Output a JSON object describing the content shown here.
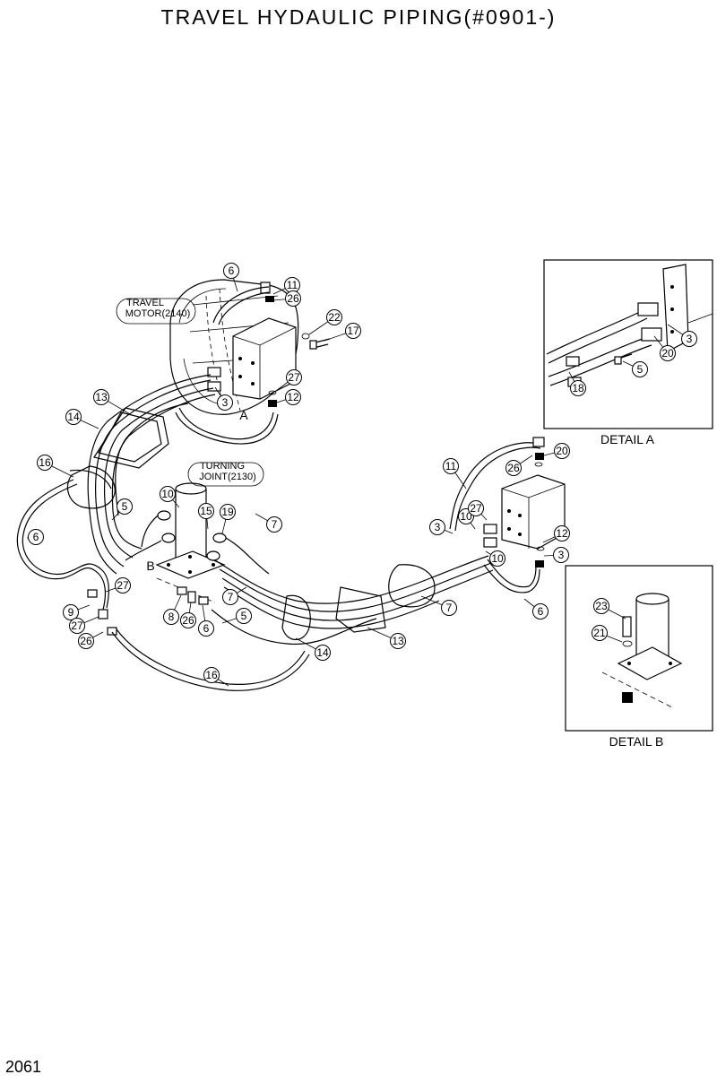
{
  "title": "TRAVEL  HYDAULIC  PIPING(#0901-)",
  "page_number": "2061",
  "notes": {
    "travel_motor_line1": "TRAVEL",
    "travel_motor_line2": "MOTOR(2140)",
    "turning_joint_line1": "TURNING",
    "turning_joint_line2": "JOINT(2130)"
  },
  "view_letters": {
    "a": "A",
    "b": "B"
  },
  "details": {
    "a_caption": "DETAIL  A",
    "b_caption": "DETAIL  B"
  },
  "callouts": [
    "6",
    "11",
    "26",
    "22",
    "17",
    "27",
    "12",
    "3",
    "13",
    "14",
    "16",
    "5",
    "10",
    "15",
    "19",
    "7",
    "6",
    "27",
    "9",
    "27",
    "26",
    "8",
    "26",
    "6",
    "5",
    "7",
    "16",
    "14",
    "13",
    "7",
    "6",
    "11",
    "26",
    "20",
    "3",
    "10",
    "27",
    "12",
    "3",
    "10",
    "3",
    "20",
    "5",
    "18",
    "23",
    "21"
  ]
}
